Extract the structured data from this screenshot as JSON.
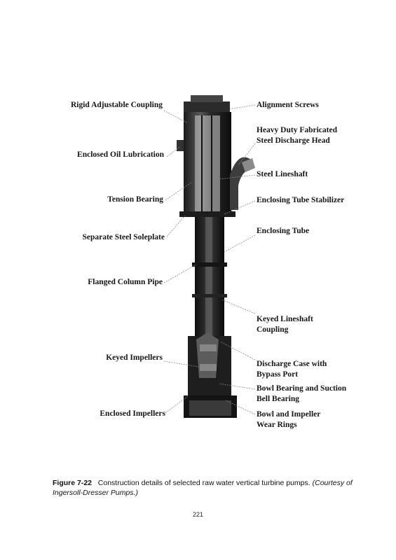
{
  "figure": {
    "left_labels": [
      "Rigid Adjustable Coupling",
      "Enclosed Oil Lubrication",
      "Tension Bearing",
      "Separate Steel Soleplate",
      "Flanged Column Pipe",
      "Keyed Impellers",
      "Enclosed Impellers"
    ],
    "right_labels": [
      "Alignment Screws",
      [
        "Heavy Duty Fabricated",
        "Steel Discharge Head"
      ],
      "Steel Lineshaft",
      "Enclosing Tube Stabilizer",
      "Enclosing Tube",
      [
        "Keyed Lineshaft",
        "Coupling"
      ],
      [
        "Discharge Case with",
        "Bypass Port"
      ],
      [
        "Bowl Bearing and Suction",
        "Bell Bearing"
      ],
      [
        "Bowl and Impeller",
        "Wear Rings"
      ]
    ]
  },
  "caption": {
    "number": "Figure 7-22",
    "text": "Construction details of selected raw water vertical turbine pumps.",
    "credit": "(Courtesy of Ingersoll-Dresser Pumps.)"
  },
  "page_number": "221"
}
